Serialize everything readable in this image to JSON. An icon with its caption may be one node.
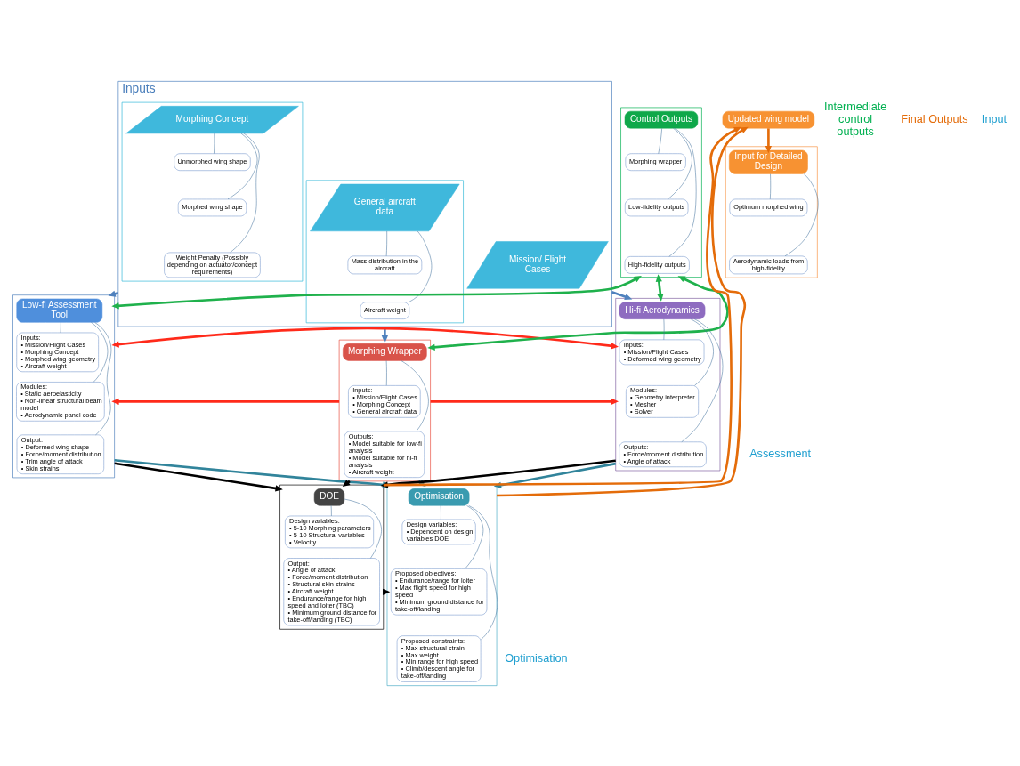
{
  "diagram": {
    "nodes": [
      {
        "text": [
          "Inputs"
        ]
      },
      {
        "text": [],
        "shape": "box",
        "in": 0
      },
      {
        "text": [
          "Morphing Concept"
        ],
        "in": 1
      },
      {
        "text": [
          "Unmorphed wing shape"
        ],
        "in": 1
      },
      {
        "text": [
          "Morphed wing shape"
        ],
        "in": 1
      },
      {
        "text": [
          "Weight Penalty (Possibly depending on actuator/concept requirements)"
        ],
        "in": 1
      },
      {
        "text": [],
        "shape": "box",
        "in": 0
      },
      {
        "text": [
          "General aircraft data"
        ],
        "in": 6
      },
      {
        "text": [
          "Mass distribution in the aircraft"
        ],
        "in": 6
      },
      {
        "text": [
          "Aircraft weight"
        ],
        "in": 6
      },
      {
        "text": [
          "Mission/ Flight Cases"
        ],
        "in": 0
      },
      {
        "text": [],
        "shape": "box"
      },
      {
        "text": [
          "Control Outputs"
        ],
        "in": 11
      },
      {
        "text": [
          "Morphing wrapper"
        ],
        "in": 11
      },
      {
        "text": [
          "Low-fidelity outputs"
        ],
        "in": 11
      },
      {
        "text": [
          "High-fidelity outputs"
        ],
        "in": 11
      },
      {
        "text": [
          "Updated wing model"
        ]
      },
      {
        "text": [],
        "shape": "box"
      },
      {
        "text": [
          "Input for Detailed Design"
        ],
        "in": 17
      },
      {
        "text": [
          "Optimum morphed wing"
        ],
        "in": 17
      },
      {
        "text": [
          "Aerodynamic loads from high-fidelity"
        ],
        "in": 17
      },
      {
        "text": [],
        "shape": "box"
      },
      {
        "text": [
          "Low-fi Assessment Tool"
        ],
        "in": 21
      },
      {
        "text": [
          "Inputs:",
          "• Mission/Flight Cases",
          "• Morphing Concept",
          "• Morphed wing geometry",
          "• Aircraft weight"
        ],
        "in": 21
      },
      {
        "text": [
          "Modules:",
          "• Static aeroelasticity",
          "• Non-linear structural beam model",
          "• Aerodynamic panel code"
        ],
        "in": 21
      },
      {
        "text": [
          "Output:",
          "• Deformed wing shape",
          "• Force/moment distribution",
          "• Trim angle of attack",
          "• Skin strains"
        ],
        "in": 21
      },
      {
        "text": [],
        "shape": "box"
      },
      {
        "text": [
          "Morphing Wrapper"
        ],
        "in": 26
      },
      {
        "text": [
          "Inputs:",
          "• Mission/Flight Cases",
          "• Morphing Concept",
          "• General aircraft data"
        ],
        "in": 26
      },
      {
        "text": [
          "Outputs:",
          "• Model suitable for low-fi analysis",
          "• Model suitable for hi-fi analysis",
          "• Aircraft weight"
        ],
        "in": 26
      },
      {
        "text": [],
        "shape": "box"
      },
      {
        "text": [
          "Hi-fi Aerodynamics"
        ],
        "in": 30
      },
      {
        "text": [
          "Inputs:",
          "• Mission/Flight Cases",
          "• Deformed wing geometry"
        ],
        "in": 30
      },
      {
        "text": [
          "Modules:",
          "• Geometry interpreter",
          "• Mesher",
          "• Solver"
        ],
        "in": 30
      },
      {
        "text": [
          "Outputs:",
          "• Force/moment distribution",
          "• Angle of attack"
        ],
        "in": 30
      },
      {
        "text": [],
        "shape": "box"
      },
      {
        "text": [
          "DOE"
        ],
        "in": 35
      },
      {
        "text": [
          "Design variables:",
          "• 5-10 Morphing parameters",
          "• 5-10 Structural variables",
          "• Velocity"
        ],
        "in": 35
      },
      {
        "text": [
          "Output:",
          "• Angle of attack",
          "• Force/moment distribution",
          "• Structural skin strains",
          "• Aircraft weight",
          "• Endurance/range for high speed and loiter (TBC)",
          "• Minimum ground distance for take-off/landing (TBC)"
        ],
        "in": 35
      },
      {
        "text": [],
        "shape": "box"
      },
      {
        "text": [
          "Optimisation"
        ],
        "in": 39
      },
      {
        "text": [
          "Design variables:",
          "• Dependent on design variables DOE"
        ],
        "in": 39
      },
      {
        "text": [
          "Proposed objectives:",
          "• Endurance/range for loiter",
          "• Max flight speed for high speed",
          "• Minimum ground distance for take-off/landing"
        ],
        "in": 39
      },
      {
        "text": [
          "Proposed constraints:",
          "• Max structural strain",
          "• Max weight",
          "• Min range for high speed",
          "• Climb/descent angle for take-off/landing"
        ],
        "in": 39
      }
    ],
    "edges": [
      {
        "from": 2,
        "to": 3,
        "arrow": "none"
      },
      {
        "from": 2,
        "to": 4,
        "arrow": "none"
      },
      {
        "from": 2,
        "to": 5,
        "arrow": "none"
      },
      {
        "from": 7,
        "to": 8,
        "arrow": "none"
      },
      {
        "from": 7,
        "to": 9,
        "arrow": "none"
      },
      {
        "from": 12,
        "to": 13,
        "arrow": "none"
      },
      {
        "from": 12,
        "to": 14,
        "arrow": "none"
      },
      {
        "from": 12,
        "to": 15,
        "arrow": "none"
      },
      {
        "from": 18,
        "to": 19,
        "arrow": "none"
      },
      {
        "from": 18,
        "to": 20,
        "arrow": "none"
      },
      {
        "from": 22,
        "to": 23,
        "arrow": "none"
      },
      {
        "from": 22,
        "to": 24,
        "arrow": "none"
      },
      {
        "from": 22,
        "to": 25,
        "arrow": "none"
      },
      {
        "from": 27,
        "to": 28,
        "arrow": "none"
      },
      {
        "from": 27,
        "to": 29,
        "arrow": "none"
      },
      {
        "from": 31,
        "to": 32,
        "arrow": "none"
      },
      {
        "from": 31,
        "to": 33,
        "arrow": "none"
      },
      {
        "from": 31,
        "to": 34,
        "arrow": "none"
      },
      {
        "from": 36,
        "to": 37,
        "arrow": "none"
      },
      {
        "from": 36,
        "to": 38,
        "arrow": "none"
      },
      {
        "from": 40,
        "to": 41,
        "arrow": "none"
      },
      {
        "from": 40,
        "to": 42,
        "arrow": "none"
      },
      {
        "from": 40,
        "to": 43,
        "arrow": "none"
      },
      {
        "from": 0,
        "to": 21,
        "arrow": "to",
        "style": "thick",
        "color": "#4f81bd"
      },
      {
        "from": 0,
        "to": 26,
        "arrow": "to",
        "style": "thick",
        "color": "#4f81bd"
      },
      {
        "from": 0,
        "to": 30,
        "arrow": "to",
        "style": "thick",
        "color": "#4f81bd"
      },
      {
        "from": 21,
        "to": 30,
        "arrow": "both",
        "style": "thick",
        "color": "#ff2a1a"
      },
      {
        "from": 26,
        "to": 21,
        "arrow": "to",
        "style": "thick",
        "color": "#ff2a1a"
      },
      {
        "from": 26,
        "to": 30,
        "arrow": "to",
        "style": "thick",
        "color": "#ff2a1a"
      },
      {
        "from": 21,
        "to": 11,
        "arrow": "both",
        "style": "thick",
        "color": "#1fb14c"
      },
      {
        "from": 26,
        "to": 11,
        "arrow": "both",
        "style": "thick",
        "color": "#1fb14c"
      },
      {
        "from": 30,
        "to": 11,
        "arrow": "both",
        "style": "thick",
        "color": "#1fb14c"
      },
      {
        "from": 16,
        "to": 18,
        "arrow": "to",
        "style": "thick",
        "color": "#e46c0a"
      },
      {
        "from": 35,
        "to": 16,
        "arrow": "to",
        "style": "thick",
        "color": "#e46c0a"
      },
      {
        "from": 39,
        "to": 16,
        "arrow": "to",
        "style": "thick",
        "color": "#e46c0a"
      },
      {
        "from": 35,
        "to": 39,
        "arrow": "to",
        "style": "thick",
        "color": "#000000"
      },
      {
        "from": 21,
        "to": 35,
        "arrow": "to",
        "style": "thick",
        "color": "#000000"
      },
      {
        "from": 26,
        "to": 35,
        "arrow": "to",
        "style": "thick",
        "color": "#000000"
      },
      {
        "from": 30,
        "to": 35,
        "arrow": "to",
        "style": "thick",
        "color": "#000000"
      },
      {
        "from": 21,
        "to": 39,
        "arrow": "to",
        "style": "thick",
        "color": "#31849b"
      },
      {
        "from": 26,
        "to": 39,
        "arrow": "to",
        "style": "thick",
        "color": "#31849b"
      },
      {
        "from": 30,
        "to": 39,
        "arrow": "to",
        "style": "thick",
        "color": "#31849b"
      }
    ],
    "labels": [
      "Intermediate control outputs",
      "Final Outputs",
      "Input",
      "Assessment",
      "Optimisation"
    ]
  }
}
